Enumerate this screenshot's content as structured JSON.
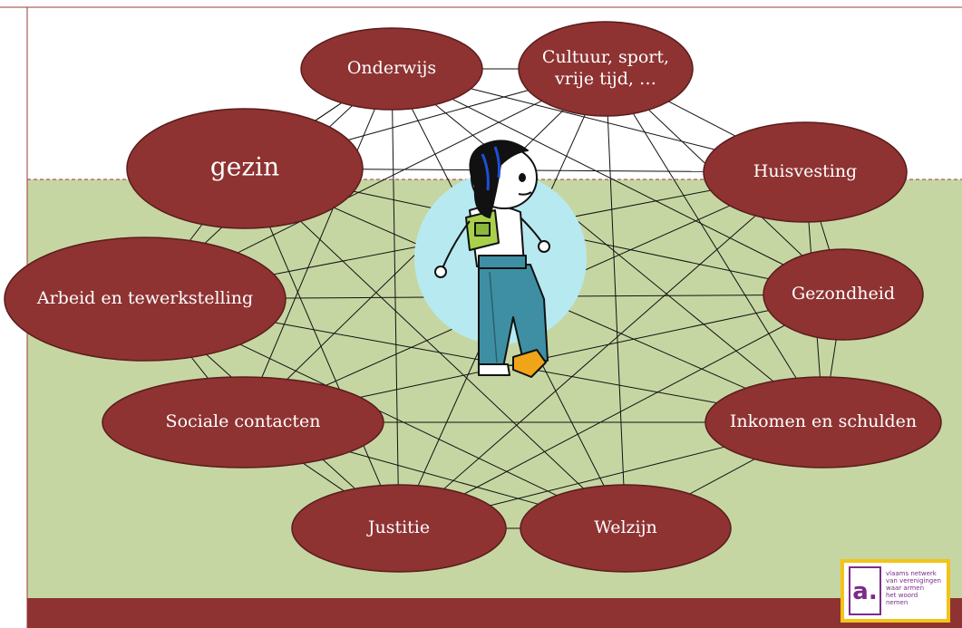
{
  "slide": {
    "colors": {
      "top_band": "#ffffff",
      "middle_band": "#c6d6a2",
      "bottom_band": "#8e3332",
      "node_fill": "#8e3332",
      "node_stroke": "#5a1c1c",
      "edge": "#111111",
      "character_halo": "#b7e9f0",
      "logo_border": "#f2c318",
      "logo_purple": "#7a2c8a"
    }
  },
  "diagram": {
    "nodes": [
      {
        "id": "onderwijs",
        "lines": [
          "Onderwijs"
        ]
      },
      {
        "id": "cultuur",
        "lines": [
          "Cultuur, sport,",
          "vrije tijd, …"
        ]
      },
      {
        "id": "gezin",
        "lines": [
          "gezin"
        ]
      },
      {
        "id": "huisvesting",
        "lines": [
          "Huisvesting"
        ]
      },
      {
        "id": "arbeid",
        "lines": [
          "Arbeid en tewerkstelling"
        ]
      },
      {
        "id": "gezondheid",
        "lines": [
          "Gezondheid"
        ]
      },
      {
        "id": "sociale",
        "lines": [
          "Sociale contacten"
        ]
      },
      {
        "id": "inkomen",
        "lines": [
          "Inkomen en schulden"
        ]
      },
      {
        "id": "justitie",
        "lines": [
          "Justitie"
        ]
      },
      {
        "id": "welzijn",
        "lines": [
          "Welzijn"
        ]
      }
    ],
    "edges": [
      [
        "onderwijs",
        "cultuur"
      ],
      [
        "cultuur",
        "huisvesting"
      ],
      [
        "huisvesting",
        "gezondheid"
      ],
      [
        "gezondheid",
        "inkomen"
      ],
      [
        "inkomen",
        "welzijn"
      ],
      [
        "welzijn",
        "justitie"
      ],
      [
        "justitie",
        "sociale"
      ],
      [
        "sociale",
        "arbeid"
      ],
      [
        "arbeid",
        "gezin"
      ],
      [
        "gezin",
        "onderwijs"
      ],
      [
        "onderwijs",
        "gezondheid"
      ],
      [
        "onderwijs",
        "inkomen"
      ],
      [
        "onderwijs",
        "welzijn"
      ],
      [
        "onderwijs",
        "justitie"
      ],
      [
        "onderwijs",
        "sociale"
      ],
      [
        "onderwijs",
        "arbeid"
      ],
      [
        "onderwijs",
        "huisvesting"
      ],
      [
        "onderwijs",
        "gezin"
      ],
      [
        "cultuur",
        "gezin"
      ],
      [
        "cultuur",
        "arbeid"
      ],
      [
        "cultuur",
        "sociale"
      ],
      [
        "cultuur",
        "justitie"
      ],
      [
        "cultuur",
        "welzijn"
      ],
      [
        "cultuur",
        "inkomen"
      ],
      [
        "cultuur",
        "gezondheid"
      ],
      [
        "gezin",
        "huisvesting"
      ],
      [
        "gezin",
        "gezondheid"
      ],
      [
        "gezin",
        "inkomen"
      ],
      [
        "gezin",
        "welzijn"
      ],
      [
        "gezin",
        "justitie"
      ],
      [
        "huisvesting",
        "arbeid"
      ],
      [
        "huisvesting",
        "sociale"
      ],
      [
        "huisvesting",
        "justitie"
      ],
      [
        "huisvesting",
        "inkomen"
      ],
      [
        "arbeid",
        "gezondheid"
      ],
      [
        "arbeid",
        "inkomen"
      ],
      [
        "arbeid",
        "welzijn"
      ],
      [
        "arbeid",
        "justitie"
      ],
      [
        "gezondheid",
        "sociale"
      ],
      [
        "gezondheid",
        "justitie"
      ],
      [
        "sociale",
        "inkomen"
      ],
      [
        "sociale",
        "welzijn"
      ],
      [
        "justitie",
        "inkomen"
      ]
    ]
  },
  "logo": {
    "mark": "a.",
    "lines": [
      "vlaams netwerk",
      "van verenigingen",
      "waar armen",
      "het woord",
      "nemen"
    ]
  }
}
